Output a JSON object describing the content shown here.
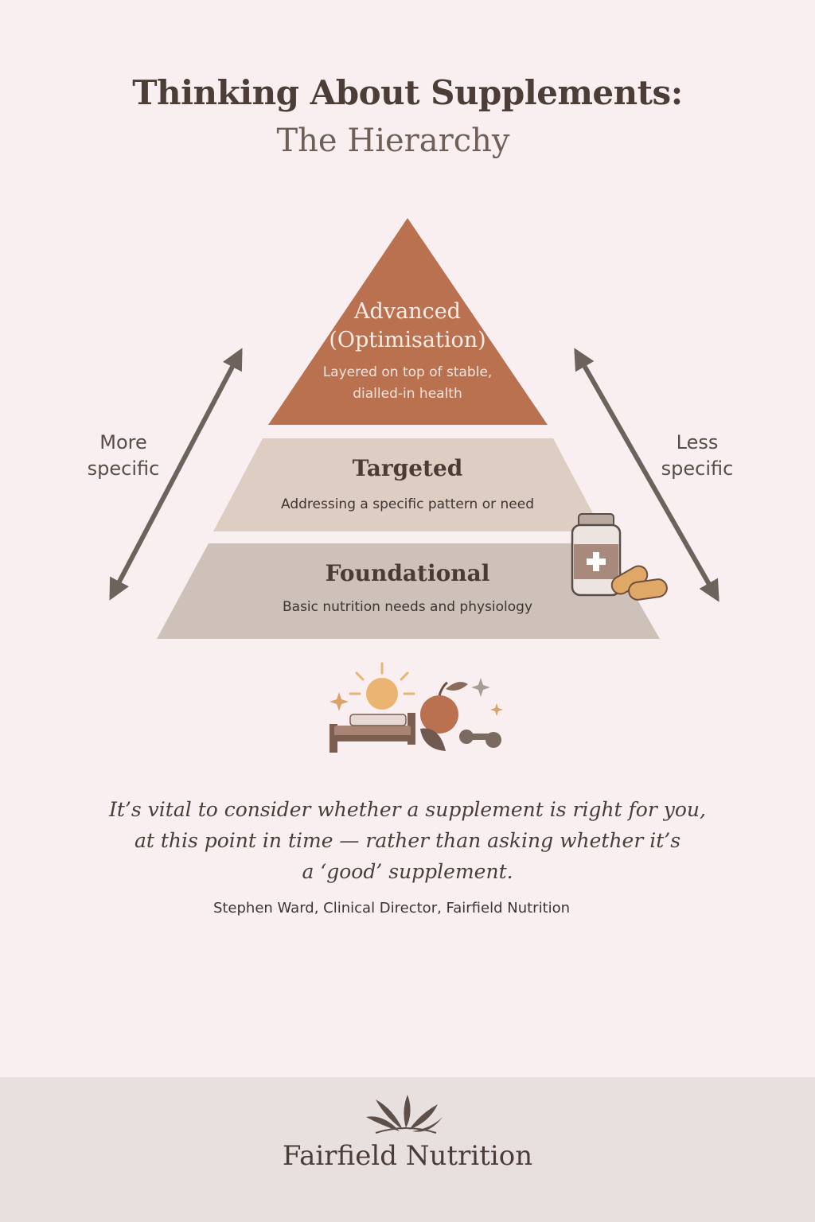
{
  "header": {
    "title": "Thinking About Supplements:",
    "subtitle": "The Hierarchy"
  },
  "pyramid": {
    "tiers": [
      {
        "title_lines": [
          "Advanced",
          "(Optimisation)"
        ],
        "desc_lines": [
          "Layered on top of stable,",
          "dialled-in health"
        ],
        "color": "#b9714f"
      },
      {
        "title": "Targeted",
        "desc": "Addressing a specific pattern or need",
        "color": "#ddcdc3"
      },
      {
        "title": "Foundational",
        "desc": "Basic nutrition needs and physiology",
        "color": "#cdc1b9"
      }
    ]
  },
  "side_labels": {
    "left": [
      "More",
      "specific"
    ],
    "right": [
      "Less",
      "specific"
    ]
  },
  "icons": {
    "supplement": [
      "supplement-bottle-icon",
      "capsules-icon"
    ],
    "lifestyle": [
      "sun-icon",
      "bed-icon",
      "apple-icon",
      "leaf-icon",
      "dumbbell-icon",
      "sparkle-icon"
    ]
  },
  "quote": {
    "lines": [
      "It’s vital to consider whether a supplement is right for you,",
      "at this point in time — rather than asking whether it’s",
      "a ‘good’ supplement."
    ],
    "attribution": "Stephen Ward, Clinical Director, Fairfield Nutrition"
  },
  "footer": {
    "brand": "Fairfield Nutrition",
    "logo_icon": "leaf-sprig-icon"
  },
  "colors": {
    "background": "#f9eff1",
    "arrow": "#6e625c",
    "accent": "#b9714f",
    "footer": "#e8dfdf"
  }
}
